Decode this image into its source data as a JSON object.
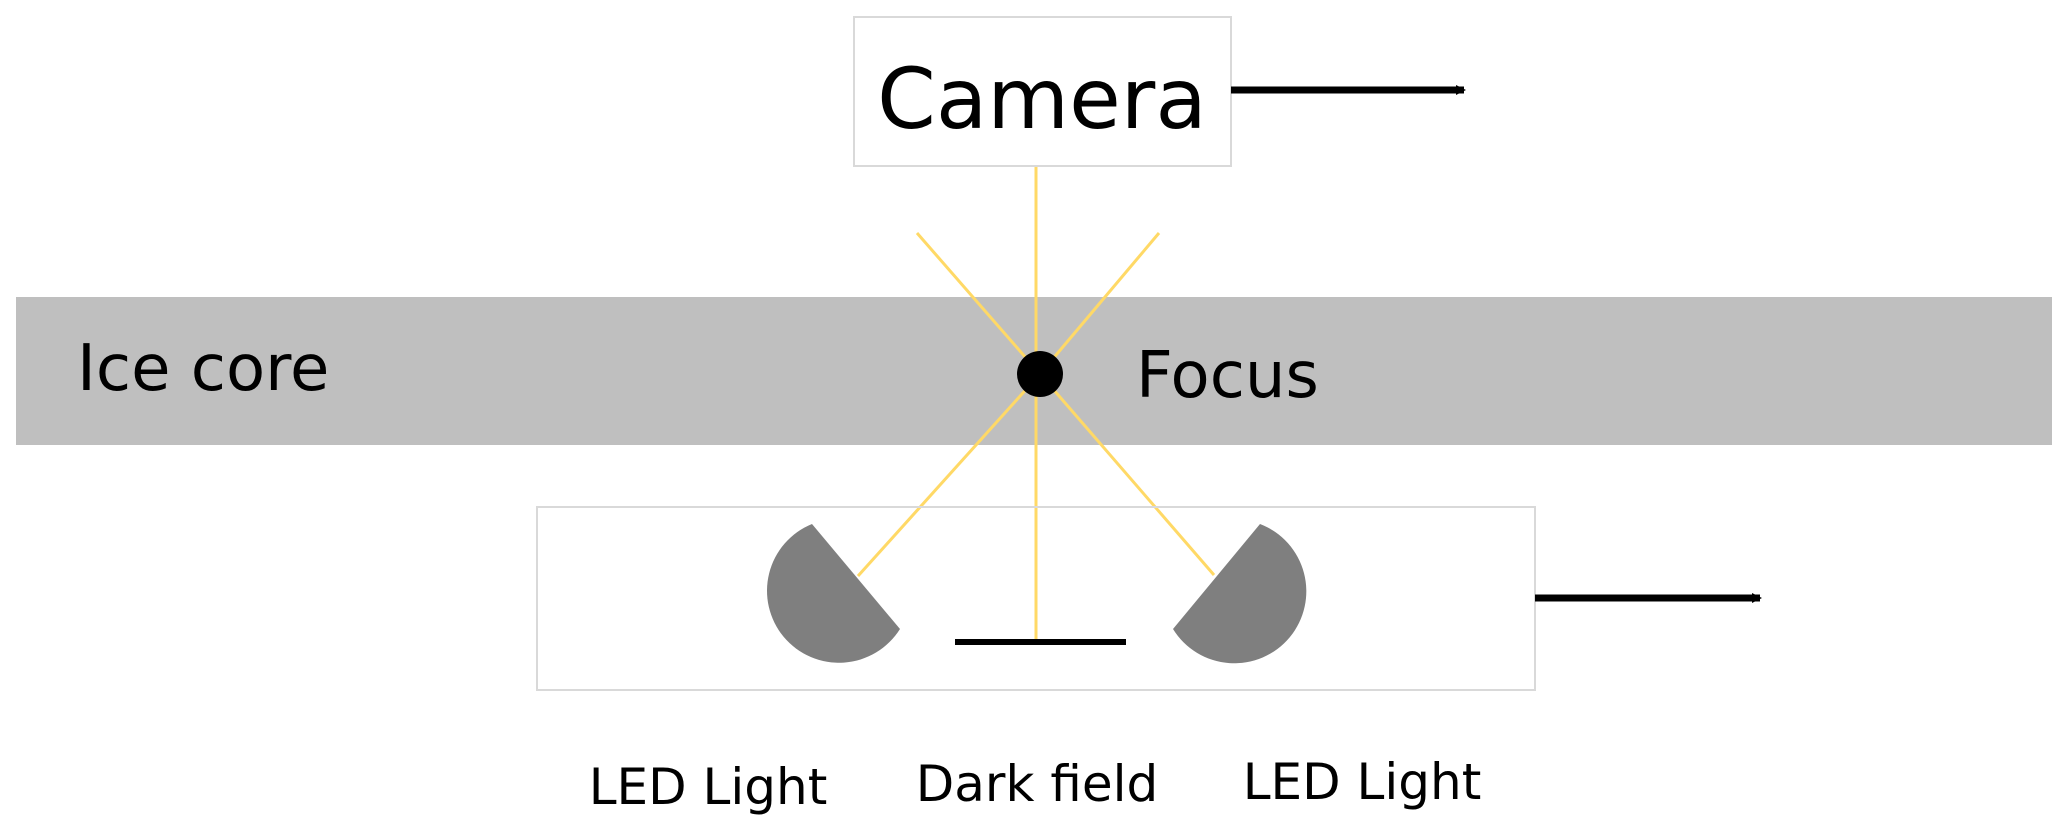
{
  "diagram": {
    "camera_label": "Camera",
    "ice_core_label": "Ice core",
    "focus_label": "Focus",
    "led_left_label": "LED Light",
    "dark_field_label": "Dark field",
    "led_right_label": "LED Light"
  },
  "colors": {
    "background": "#ffffff",
    "ice_core_band": "#bfbfbf",
    "light_ray": "#ffd966",
    "led_body": "#7f7f7f",
    "box_border": "#d9d9d9",
    "ink": "#000000"
  },
  "icons": {
    "camera_motion": "right-arrow-icon",
    "stage_motion": "right-arrow-icon",
    "focus_point": "filled-circle-icon",
    "led_lamp": "half-disc-lamp-icon"
  }
}
